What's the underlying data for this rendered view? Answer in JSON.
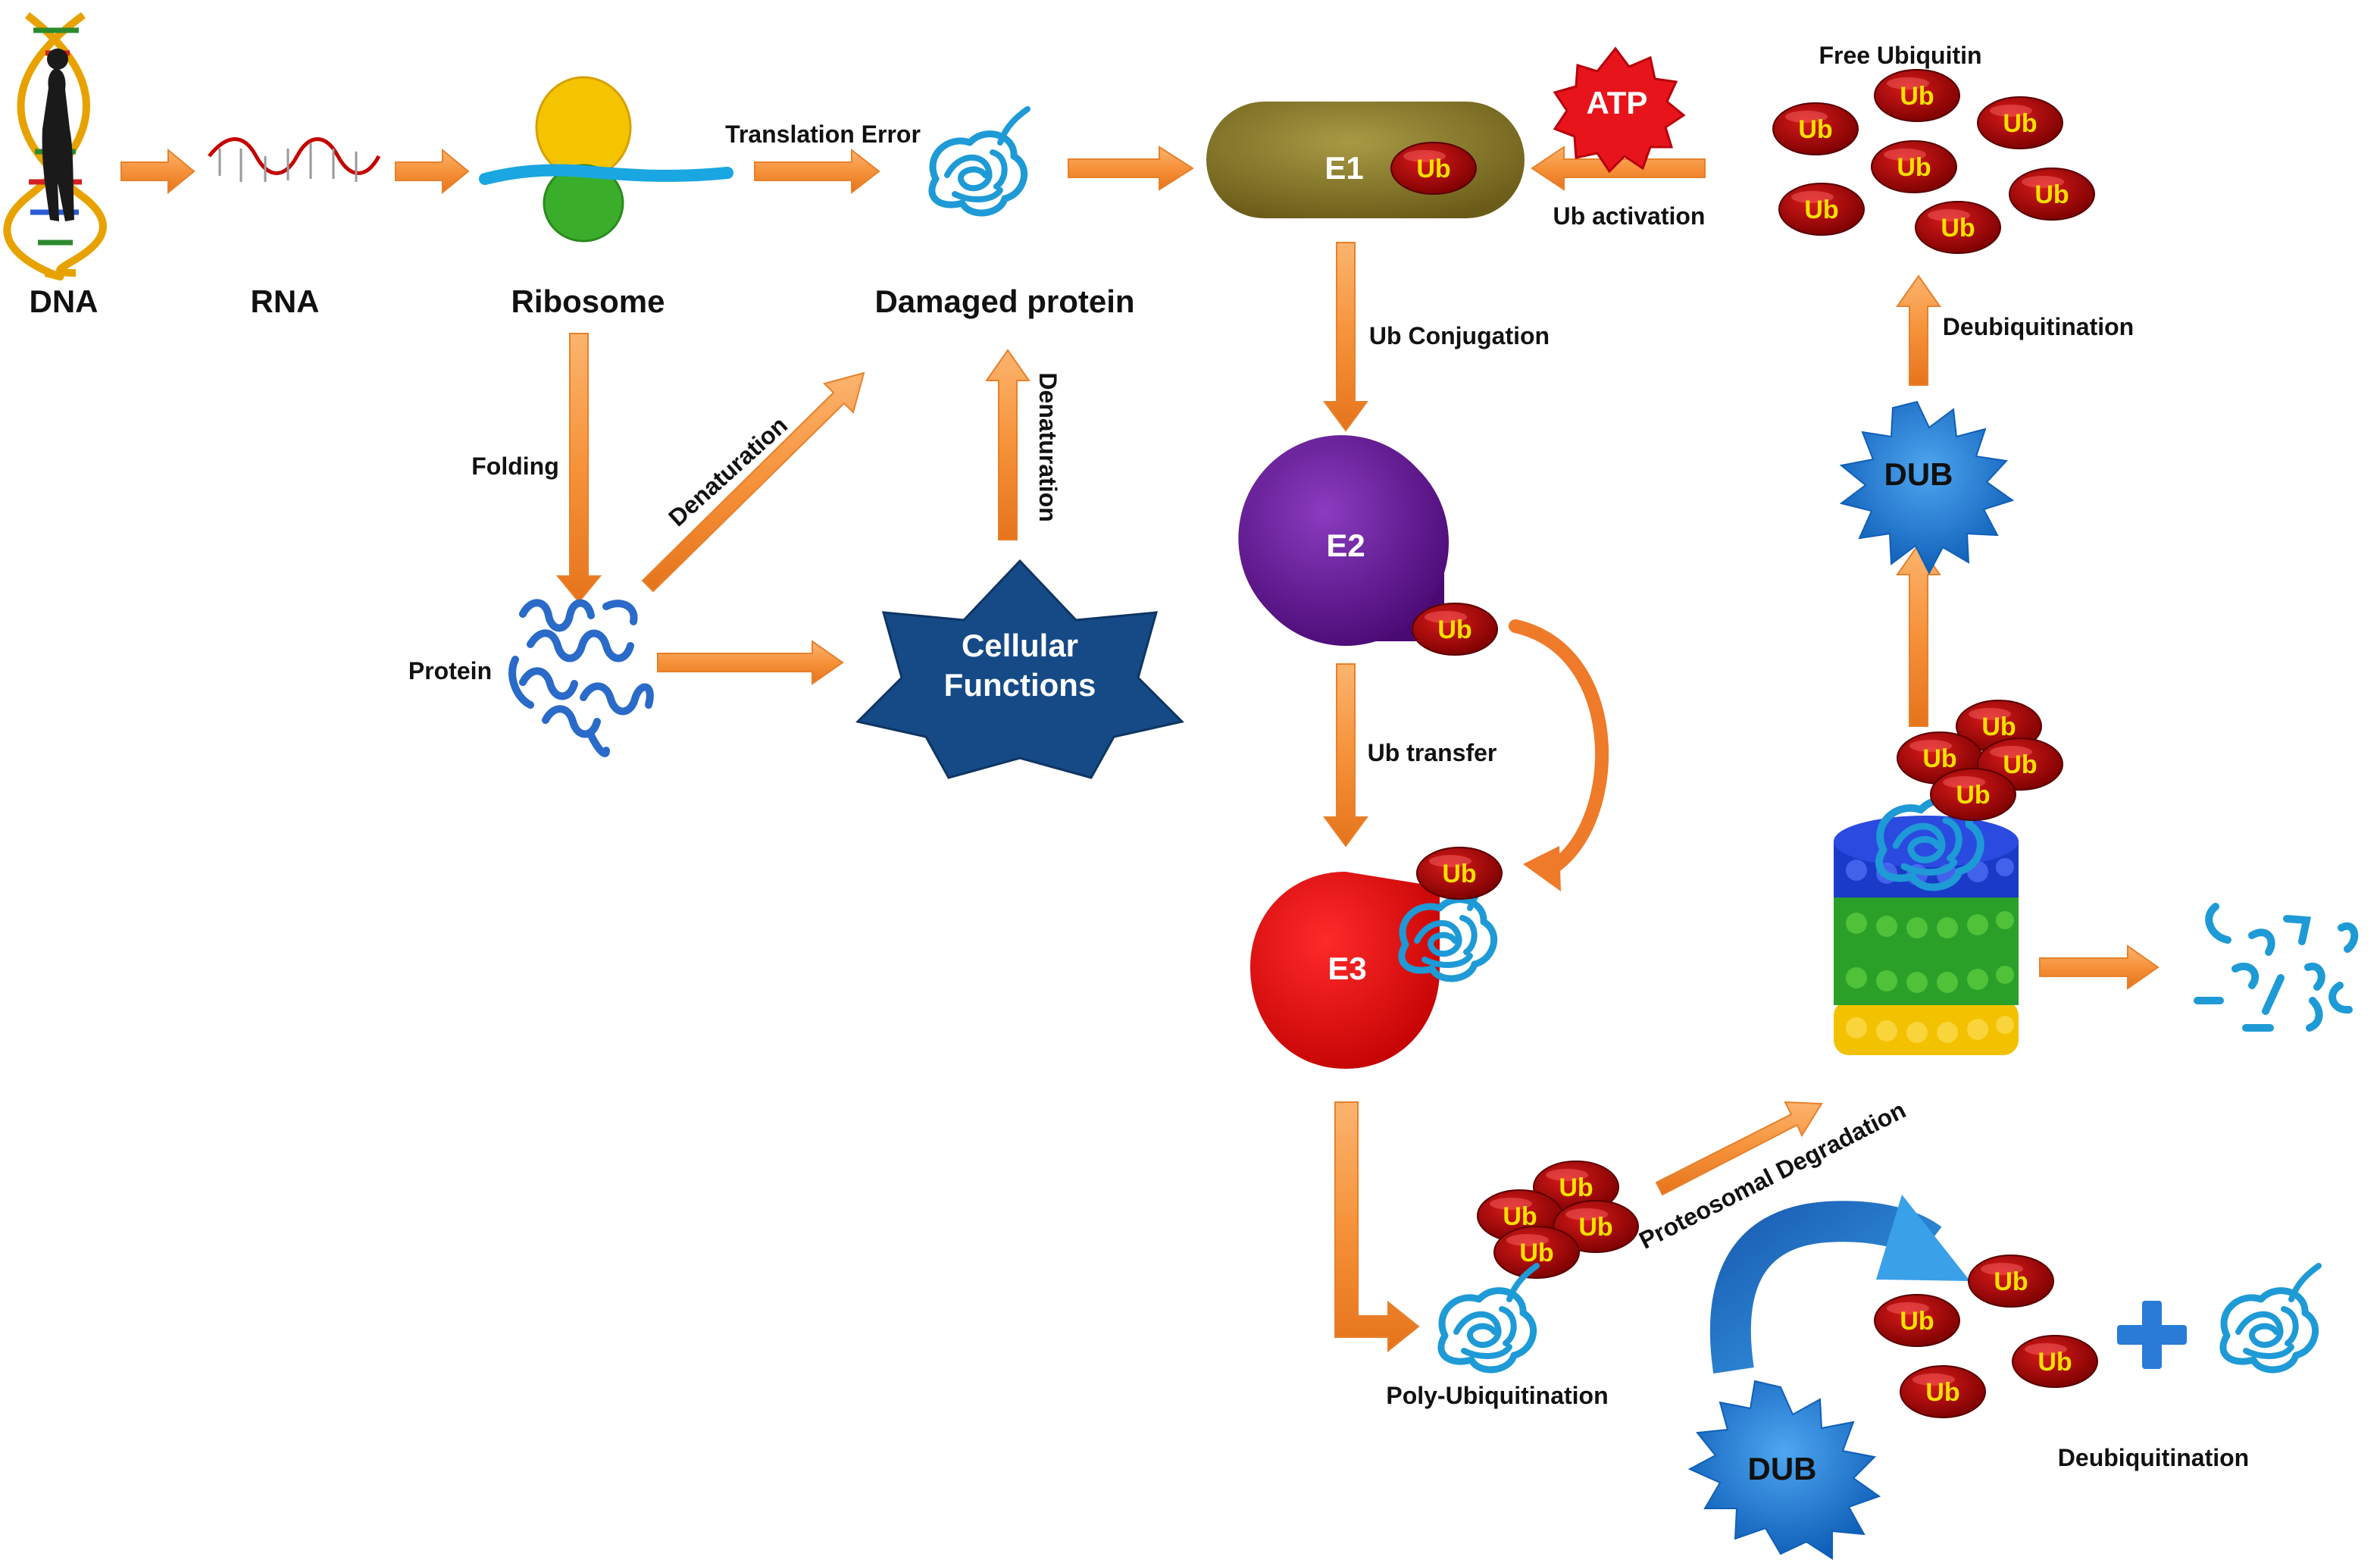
{
  "colors": {
    "arrow": "#f6923a",
    "ub": "#b30000",
    "ub_text": "#f5e000",
    "e1": "#8a7a2a",
    "e2": "#6a1a9a",
    "e3": "#e00000",
    "atp": "#e8141c",
    "dub": "#1a78d6",
    "star": "#134b8a",
    "protein": "#1e9ad6"
  },
  "icons": [
    "dna-helix-icon",
    "rna-strand-icon",
    "ribosome-icon",
    "misfolded-protein-icon",
    "folded-protein-icon",
    "proteasome-icon",
    "peptide-fragments-icon",
    "plus-icon"
  ],
  "labels": {
    "dna": "DNA",
    "rna": "RNA",
    "ribosome": "Ribosome",
    "damaged_protein": "Damaged protein",
    "translation_error": "Translation Error",
    "folding": "Folding",
    "denaturation_diag": "Denaturation",
    "denaturation_vert": "Denaturation",
    "protein": "Protein",
    "cellular": "Cellular",
    "functions": "Functions",
    "e1": "E1",
    "e2": "E2",
    "e3": "E3",
    "ub": "Ub",
    "atp": "ATP",
    "ub_activation": "Ub activation",
    "free_ubiquitin": "Free Ubiquitin",
    "deubiquitination_top": "Deubiquitination",
    "dub_top": "DUB",
    "ub_conjugation": "Ub Conjugation",
    "ub_transfer": "Ub transfer",
    "poly_ubiquitination": "Poly-Ubiquitination",
    "proteosomal_degradation": "Proteosomal Degradation",
    "dub_bottom": "DUB",
    "deubiquitination_bottom": "Deubiquitination"
  }
}
